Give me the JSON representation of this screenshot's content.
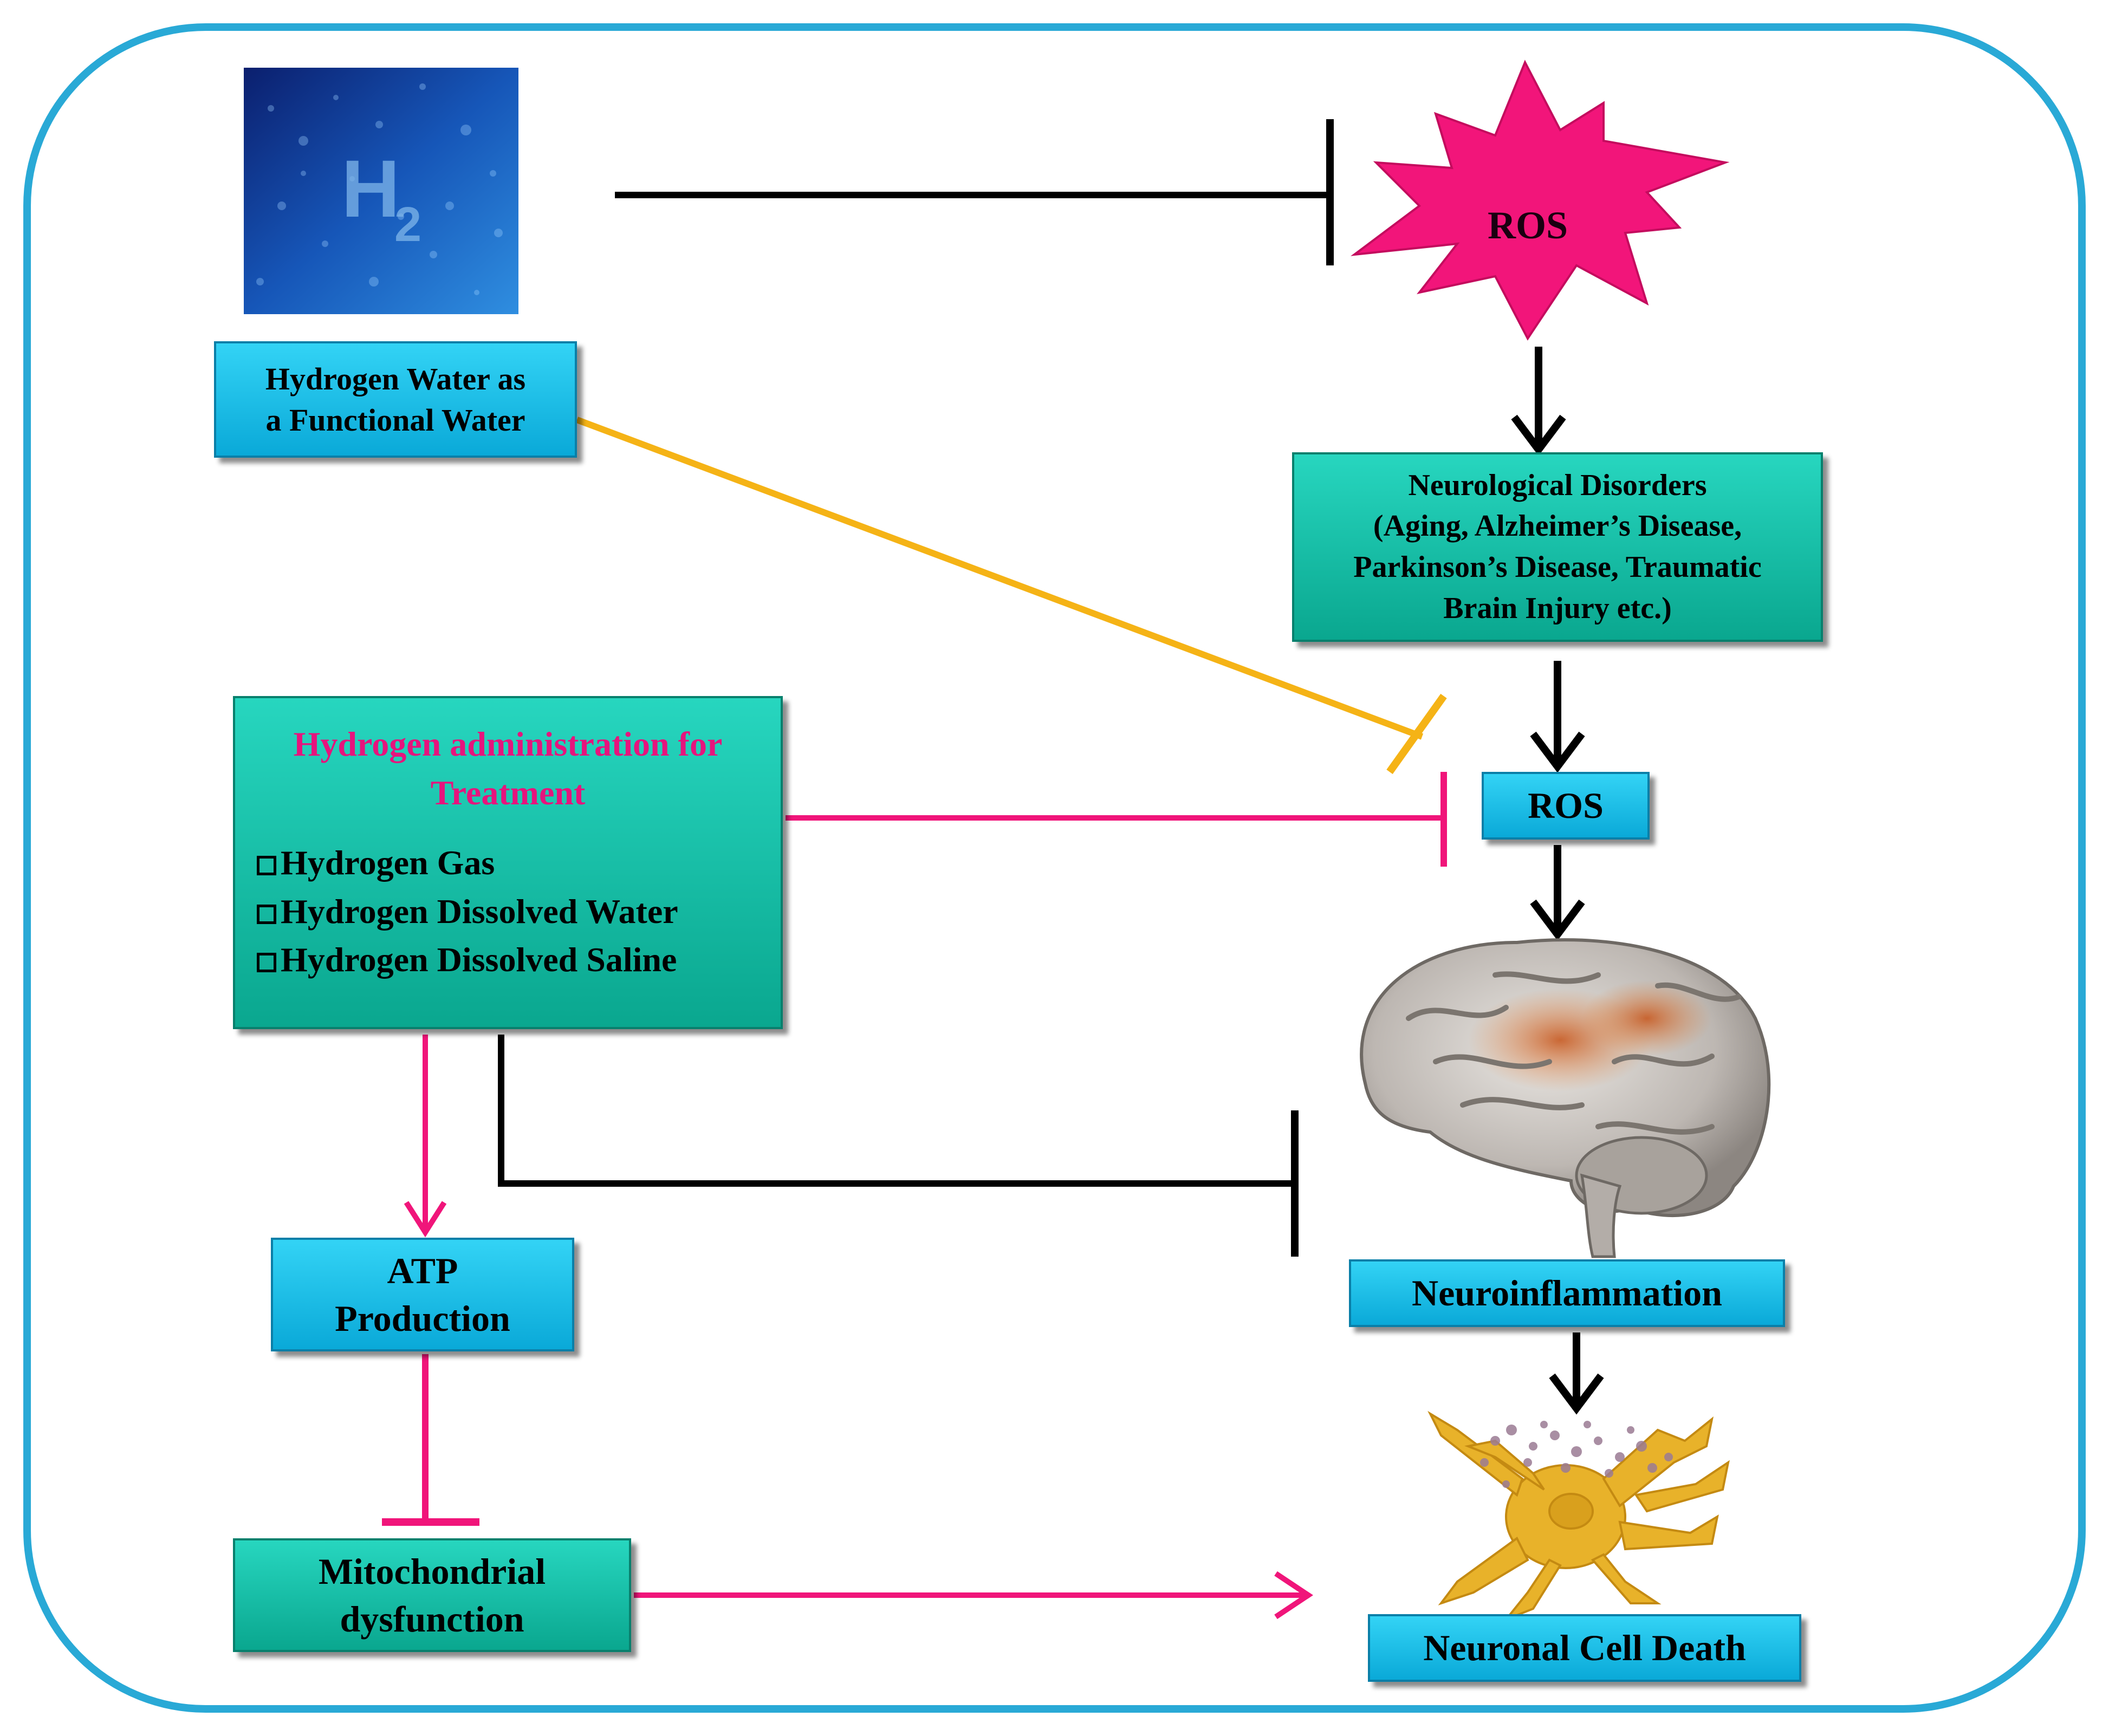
{
  "frame": {
    "border_color": "#29a9d6"
  },
  "colors": {
    "inhibit_black": "#000000",
    "inhibit_orange": "#f5b316",
    "pink": "#f0157a",
    "star": "#f2157a"
  },
  "images": {
    "h2_label": "H2",
    "brain": "brain-illustration",
    "neuron": "neuron-illustration"
  },
  "nodes": {
    "hydrogen_water": [
      "Hydrogen Water as",
      "a Functional Water"
    ],
    "ros_star": "ROS",
    "neuro_disorders": [
      "Neurological Disorders",
      "(Aging,  Alzheimer’s Disease,",
      "Parkinson’s Disease,  Traumatic",
      "Brain Injury etc.)"
    ],
    "treatment_title": [
      "Hydrogen administration for",
      "Treatment"
    ],
    "treatment_items": [
      "Hydrogen Gas",
      "Hydrogen Dissolved Water",
      "Hydrogen Dissolved Saline"
    ],
    "ros_box": "ROS",
    "atp": [
      "ATP",
      "Production"
    ],
    "mito": [
      "Mitochondrial",
      "dysfunction"
    ],
    "neuroinflammation": "Neuroinflammation",
    "cell_death": "Neuronal Cell Death"
  }
}
